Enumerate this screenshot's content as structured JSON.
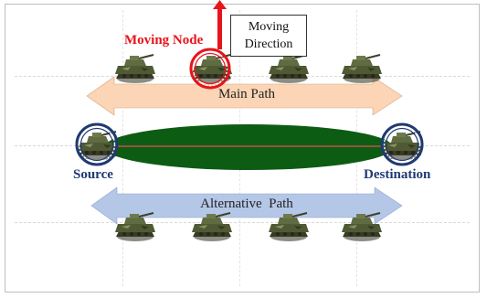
{
  "labels": {
    "moving_node": "Moving Node",
    "moving_direction_line1": "Moving",
    "moving_direction_line2": "Direction",
    "main_path": "Main Path",
    "alternative_path": "Alternative  Path",
    "source": "Source",
    "destination": "Destination"
  },
  "colors": {
    "main_path_arrow": "#fbd5b5",
    "alternative_path_arrow": "#b4c7e7",
    "ellipse": "#0d5c14",
    "line": "#c0504d",
    "moving_node": "#e8141b",
    "endpoint_label": "#1f3a73",
    "direction_arrow": "#e8141b"
  },
  "icons": {
    "node": "military-tank-icon"
  }
}
